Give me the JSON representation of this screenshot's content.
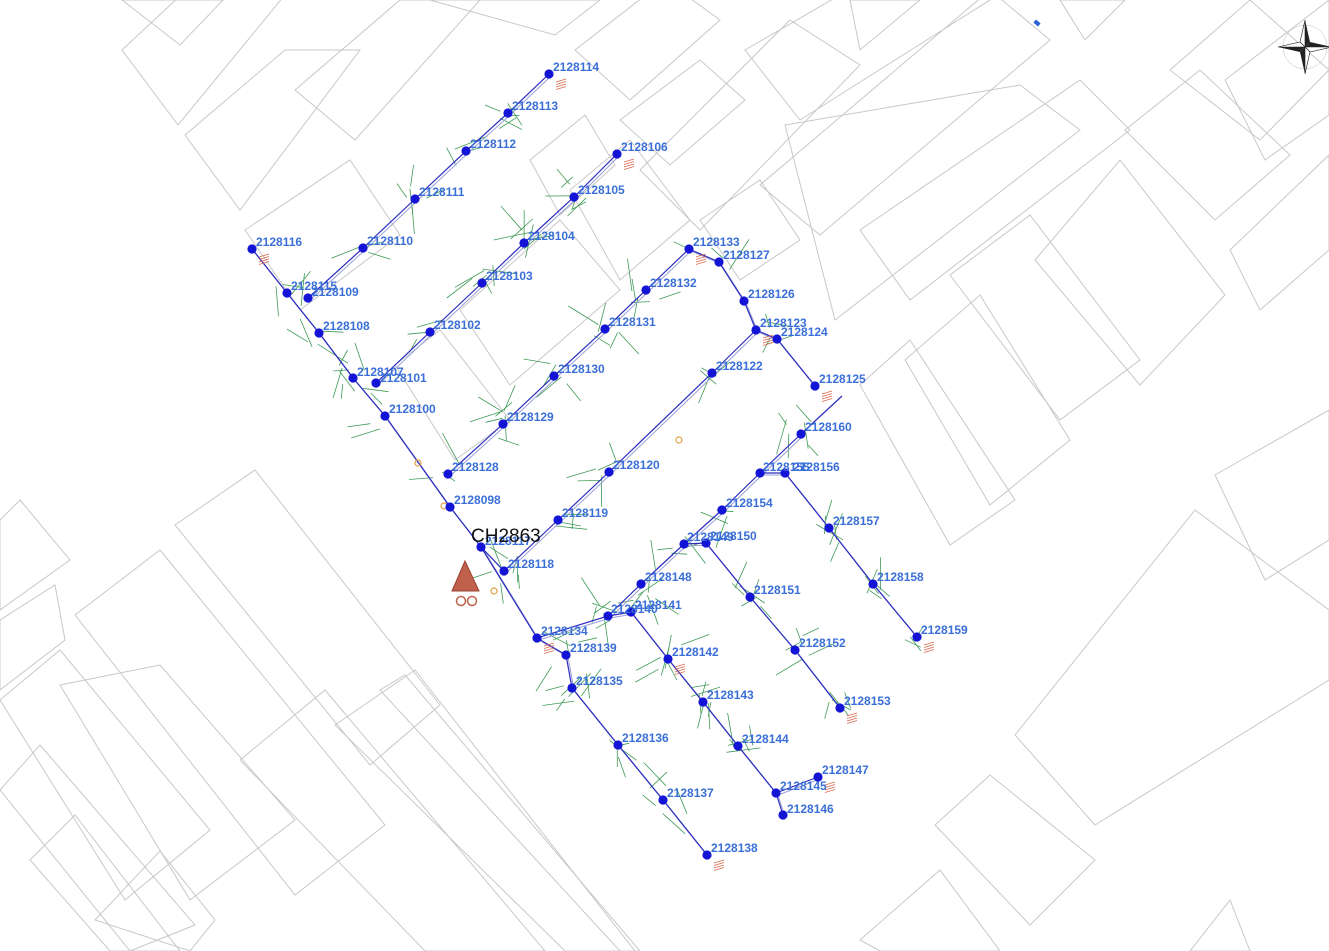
{
  "colors": {
    "background": "#ffffff",
    "parcel": "#c8c8c8",
    "cable": "#2b2bbf",
    "cable_shadow": "#9aa0d8",
    "node": "#1414d6",
    "label": "#3a6fd8",
    "drop": "#3f9a55",
    "cabinet": "#c0614c",
    "endpoint": "#d86a50",
    "marker": "#e0a040"
  },
  "icons": {
    "compass": "compass-rose-icon",
    "cabinet": "cabinet-triangle-icon"
  },
  "cabinet": {
    "label": "CH2863"
  },
  "nodes": [
    {
      "id": "2128114",
      "label": "2128114"
    },
    {
      "id": "2128113",
      "label": "2128113"
    },
    {
      "id": "2128112",
      "label": "2128112"
    },
    {
      "id": "2128111",
      "label": "2128111"
    },
    {
      "id": "2128110",
      "label": "2128110"
    },
    {
      "id": "2128116",
      "label": "2128116"
    },
    {
      "id": "2128115",
      "label": "2128115"
    },
    {
      "id": "2128109",
      "label": "2128109"
    },
    {
      "id": "2128108",
      "label": "2128108"
    },
    {
      "id": "2128107",
      "label": "2128107"
    },
    {
      "id": "2128101",
      "label": "2128101"
    },
    {
      "id": "2128100",
      "label": "2128100"
    },
    {
      "id": "2128098",
      "label": "2128098"
    },
    {
      "id": "2128106",
      "label": "2128106"
    },
    {
      "id": "2128105",
      "label": "2128105"
    },
    {
      "id": "2128104",
      "label": "2128104"
    },
    {
      "id": "2128103",
      "label": "2128103"
    },
    {
      "id": "2128102",
      "label": "2128102"
    },
    {
      "id": "2128133",
      "label": "2128133"
    },
    {
      "id": "2128132",
      "label": "2128132"
    },
    {
      "id": "2128131",
      "label": "2128131"
    },
    {
      "id": "2128130",
      "label": "2128130"
    },
    {
      "id": "2128129",
      "label": "2128129"
    },
    {
      "id": "2128128",
      "label": "2128128"
    },
    {
      "id": "2128127",
      "label": "2128127"
    },
    {
      "id": "2128126",
      "label": "2128126"
    },
    {
      "id": "2128123",
      "label": "2128123"
    },
    {
      "id": "2128124",
      "label": "2128124"
    },
    {
      "id": "2128125",
      "label": "2128125"
    },
    {
      "id": "2128122",
      "label": "2128122"
    },
    {
      "id": "2128120",
      "label": "2128120"
    },
    {
      "id": "2128119",
      "label": "2128119"
    },
    {
      "id": "2128118",
      "label": "2128118"
    },
    {
      "id": "2128117",
      "label": "2128117"
    },
    {
      "id": "2128160",
      "label": "2128160"
    },
    {
      "id": "2128155",
      "label": "2128155"
    },
    {
      "id": "2128156",
      "label": "2128156"
    },
    {
      "id": "2128154",
      "label": "2128154"
    },
    {
      "id": "2128157",
      "label": "2128157"
    },
    {
      "id": "2128158",
      "label": "2128158"
    },
    {
      "id": "2128159",
      "label": "2128159"
    },
    {
      "id": "2128149",
      "label": "2128149"
    },
    {
      "id": "2128150",
      "label": "2128150"
    },
    {
      "id": "2128148",
      "label": "2128148"
    },
    {
      "id": "2128151",
      "label": "2128151"
    },
    {
      "id": "2128140",
      "label": "2128140"
    },
    {
      "id": "2128141",
      "label": "2128141"
    },
    {
      "id": "2128152",
      "label": "2128152"
    },
    {
      "id": "2128153",
      "label": "2128153"
    },
    {
      "id": "2128134",
      "label": "2128134"
    },
    {
      "id": "2128139",
      "label": "2128139"
    },
    {
      "id": "2128142",
      "label": "2128142"
    },
    {
      "id": "2128135",
      "label": "2128135"
    },
    {
      "id": "2128143",
      "label": "2128143"
    },
    {
      "id": "2128136",
      "label": "2128136"
    },
    {
      "id": "2128144",
      "label": "2128144"
    },
    {
      "id": "2128147",
      "label": "2128147"
    },
    {
      "id": "2128145",
      "label": "2128145"
    },
    {
      "id": "2128146",
      "label": "2128146"
    },
    {
      "id": "2128137",
      "label": "2128137"
    },
    {
      "id": "2128138",
      "label": "2128138"
    }
  ]
}
